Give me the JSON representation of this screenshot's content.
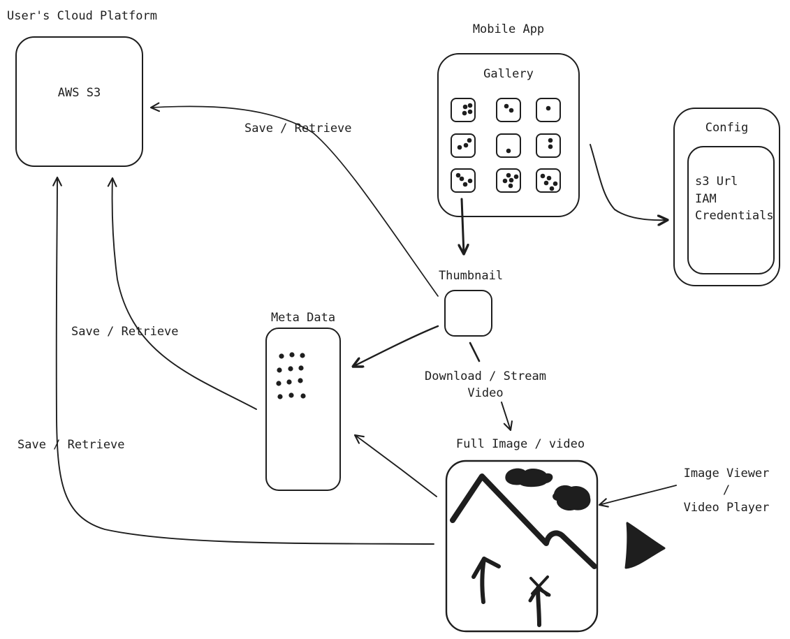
{
  "cloud": {
    "platform_label": "User's Cloud Platform",
    "storage_label": "AWS S3"
  },
  "mobile": {
    "app_label": "Mobile App",
    "gallery_label": "Gallery",
    "gallery_tiles": 9
  },
  "config": {
    "title": "Config",
    "lines": [
      "s3 Url",
      "IAM",
      "Credentials"
    ]
  },
  "thumbnail": {
    "label": "Thumbnail"
  },
  "meta": {
    "label": "Meta Data"
  },
  "full": {
    "label": "Full Image / video"
  },
  "viewer": {
    "lines": [
      "Image Viewer",
      "/",
      "Video Player"
    ]
  },
  "edges": {
    "thumb_to_s3": "Save / Retrieve",
    "meta_to_s3": "Save / Retrieve",
    "full_to_s3": "Save / Retrieve",
    "download_line1": "Download / Stream",
    "download_line2": "Video"
  },
  "colors": {
    "stroke": "#1e1e1e",
    "background": "#ffffff"
  }
}
